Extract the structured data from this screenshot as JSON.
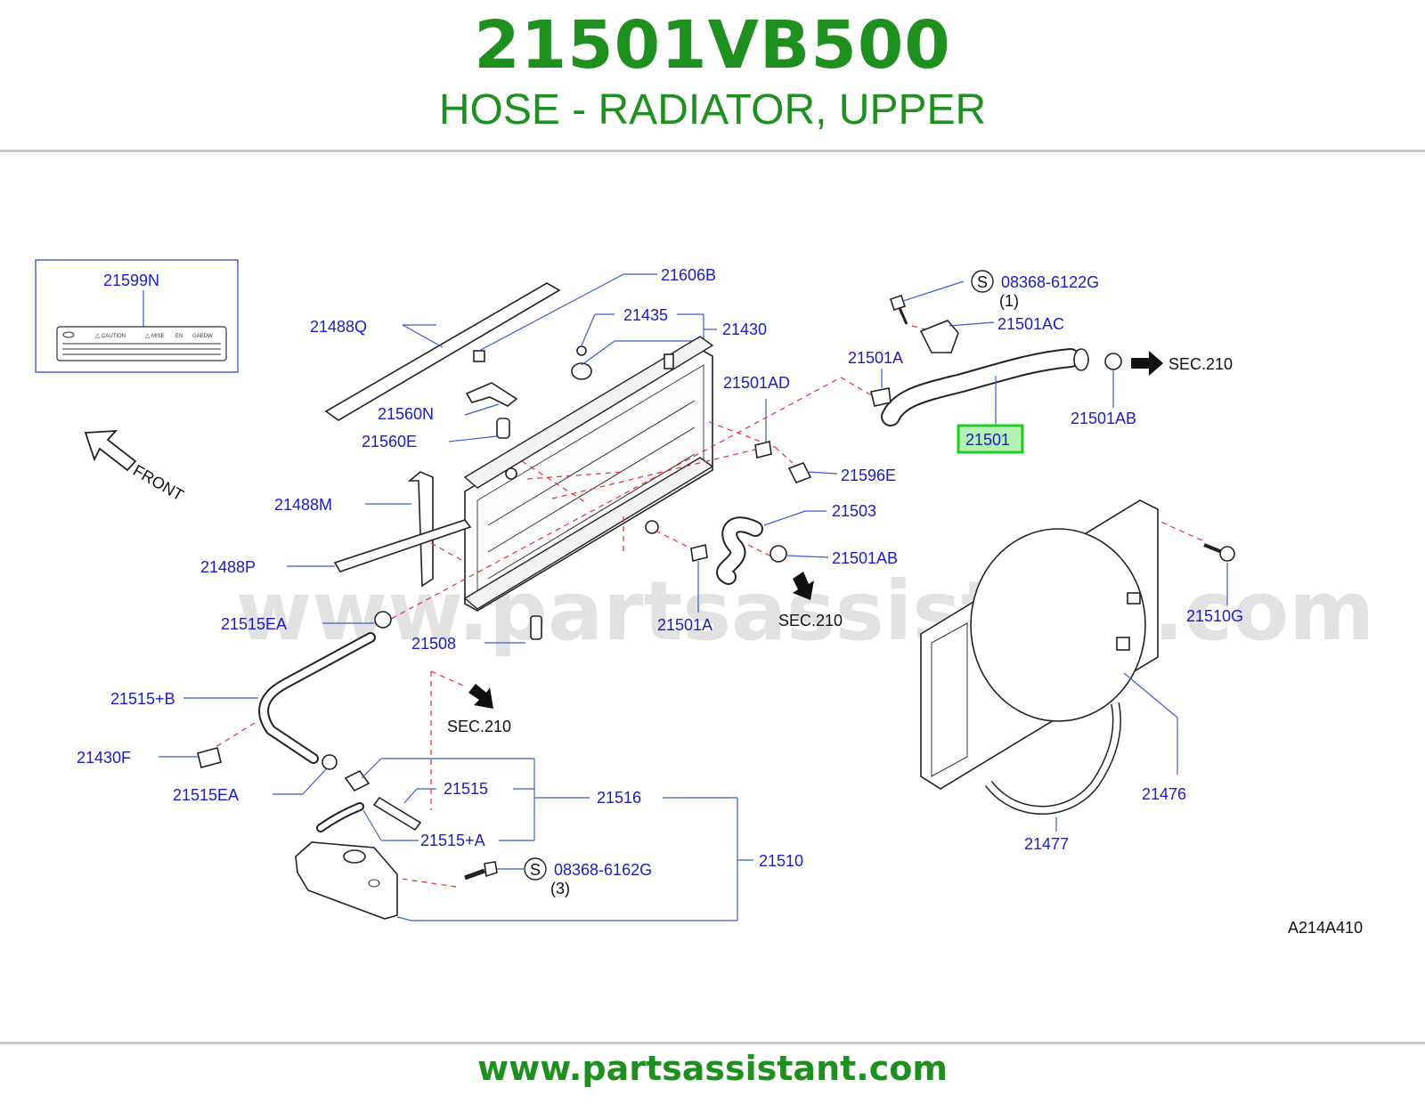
{
  "header": {
    "part_number": "21501VB500",
    "description": "HOSE - RADIATOR, UPPER"
  },
  "footer": {
    "url": "www.partsassistant.com"
  },
  "watermark": "www.partsassistant.com",
  "diagram": {
    "code": "A214A410",
    "front_label": "FRONT",
    "highlight_color": "#22cc22",
    "label_box": {
      "part": "21599N",
      "caution": "CAUTION",
      "mise": "MISE",
      "en": "EN",
      "gaedw": "GAEDW"
    },
    "callouts": {
      "c21606B": "21606B",
      "c21435": "21435",
      "c21430": "21430",
      "c21488Q": "21488Q",
      "c21560N": "21560N",
      "c21560E": "21560E",
      "c21488M": "21488M",
      "c21488P": "21488P",
      "c21515EA_top": "21515EA",
      "c21508": "21508",
      "c21515B": "21515+B",
      "c21430F": "21430F",
      "c21515EA_bot": "21515EA",
      "c21515": "21515",
      "c21516": "21516",
      "c21515A": "21515+A",
      "c21510": "21510",
      "c08368_6162G": "08368-6162G",
      "qty3": "(3)",
      "c08368_6122G": "08368-6122G",
      "qty1": "(1)",
      "c21501AC": "21501AC",
      "c21501A_top": "21501A",
      "c21501AD": "21501AD",
      "c21501": "21501",
      "c21501AB_top": "21501AB",
      "c21596E": "21596E",
      "c21503": "21503",
      "c21501AB_mid": "21501AB",
      "c21501A_bot": "21501A",
      "c21510G": "21510G",
      "c21476": "21476",
      "c21477": "21477",
      "sec210_top": "SEC.210",
      "sec210_mid": "SEC.210",
      "sec210_bot": "SEC.210",
      "s_symbol": "S"
    }
  }
}
